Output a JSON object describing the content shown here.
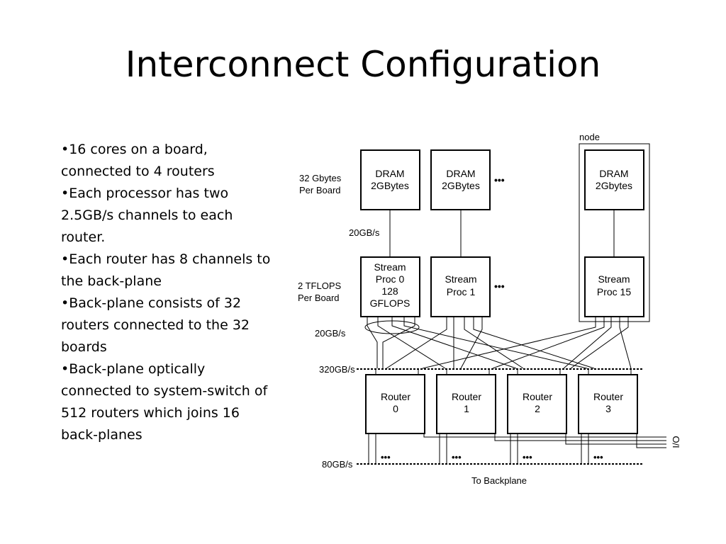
{
  "title": "Interconnect Configuration",
  "bullets": [
    "•16 cores on a board, connected to 4 routers",
    "•Each processor has two 2.5GB/s channels to each router.",
    "•Each router has 8 channels to the back-plane",
    "•Back-plane consists of 32 routers connected to the 32 boards",
    "•Back-plane optically connected to system-switch of 512 routers which joins 16 back-planes"
  ],
  "diagram": {
    "node_label": "node",
    "dram": [
      {
        "line1": "DRAM",
        "line2": "2GBytes"
      },
      {
        "line1": "DRAM",
        "line2": "2GBytes"
      },
      {
        "line1": "DRAM",
        "line2": "2Gbytes"
      }
    ],
    "procs": [
      {
        "lines": [
          "Stream",
          "Proc 0",
          "128",
          "GFLOPS"
        ]
      },
      {
        "lines": [
          "Stream",
          "Proc 1"
        ]
      },
      {
        "lines": [
          "Stream",
          "Proc 15"
        ]
      }
    ],
    "routers": [
      {
        "line1": "Router",
        "line2": "0"
      },
      {
        "line1": "Router",
        "line2": "1"
      },
      {
        "line1": "Router",
        "line2": "2"
      },
      {
        "line1": "Router",
        "line2": "3"
      }
    ],
    "labels": {
      "board_memory_1": "32 Gbytes",
      "board_memory_2": "Per Board",
      "board_flops_1": "2 TFLOPS",
      "board_flops_2": "Per Board",
      "dram_link": "20GB/s",
      "proc_link": "20GB/s",
      "bus_320": "320GB/s",
      "bus_80": "80GB/s",
      "io": "I/O",
      "backplane": "To Backplane",
      "ellipsis": "•••"
    }
  }
}
